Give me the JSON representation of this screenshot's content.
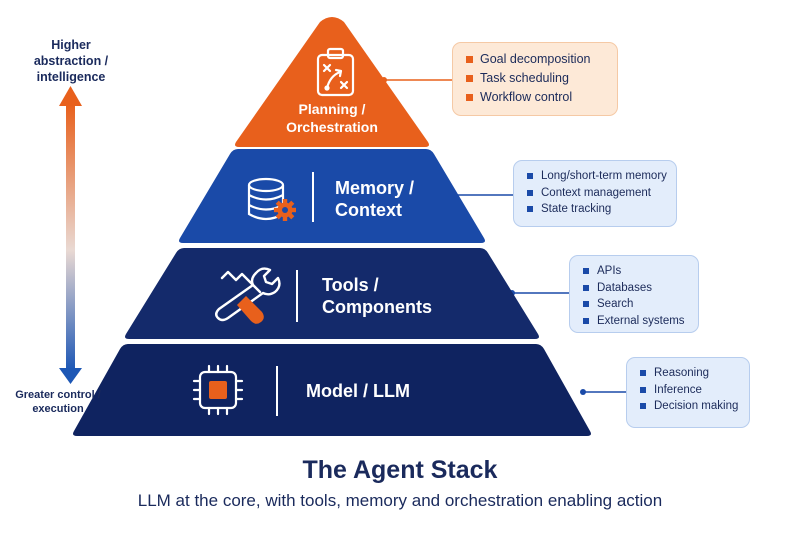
{
  "colors": {
    "orange": "#e8601c",
    "blue_mid": "#1a4aa8",
    "navy": "#142a6b",
    "navy_dark": "#0f2360",
    "title_text": "#1a2a5c"
  },
  "axis": {
    "top_label": "Higher abstraction / intelligence",
    "bottom_label": "Greater control / execution"
  },
  "layers": [
    {
      "title": "Planning / Orchestration",
      "icon": "clipboard-strategy-icon",
      "items": [
        "Goal decomposition",
        "Task scheduling",
        "Workflow control"
      ]
    },
    {
      "title": "Memory / Context",
      "icon": "database-gear-icon",
      "items": [
        "Long/short-term memory",
        "Context management",
        "State tracking"
      ]
    },
    {
      "title": "Tools / Components",
      "icon": "wrench-screwdriver-icon",
      "items": [
        "APIs",
        "Databases",
        "Search",
        "External systems"
      ]
    },
    {
      "title": "Model / LLM",
      "icon": "cpu-chip-icon",
      "items": [
        "Reasoning",
        "Inference",
        "Decision making"
      ]
    }
  ],
  "title": "The Agent Stack",
  "subtitle": "LLM at the core, with tools, memory and orchestration enabling action"
}
